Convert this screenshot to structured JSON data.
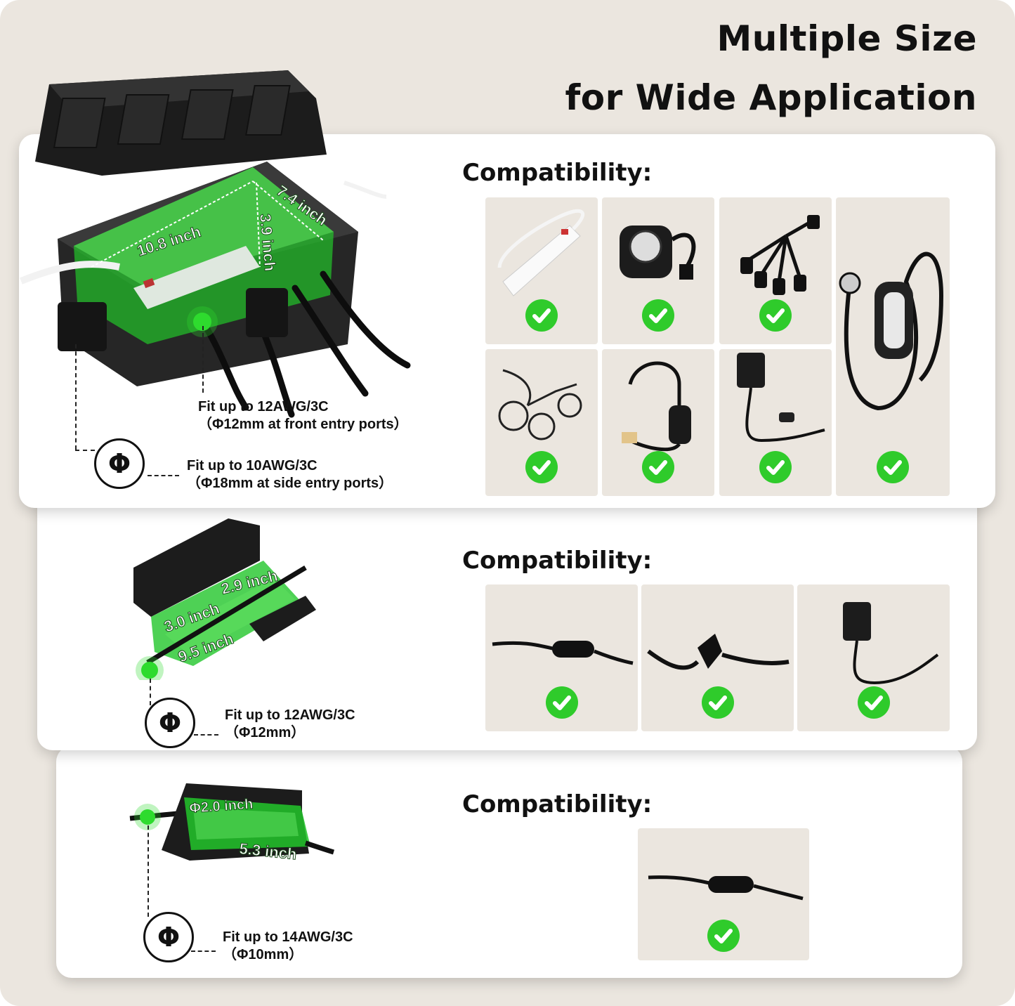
{
  "header": {
    "line1": "Multiple Size",
    "line2": "for Wide Application"
  },
  "colors": {
    "background": "#ebe6df",
    "card": "#ffffff",
    "check_green": "#2fcb2b",
    "glow_green": "#22c52a"
  },
  "large_box": {
    "dimensions": [
      "10.8 inch",
      "7.4 inch",
      "3.9 inch"
    ],
    "front_note": {
      "line1": "Fit up to 12AWG/3C",
      "line2": "（Φ12mm at front entry ports）"
    },
    "side_note": {
      "line1": "Fit up to 10AWG/3C",
      "line2": "（Φ18mm at side entry ports）"
    },
    "compat_label": "Compatibility:",
    "compatible_items": [
      "power-strip",
      "outdoor-timer",
      "outlet-splitter",
      "ev-charger",
      "extension-splitter-cord",
      "gfci-cord",
      "power-adapter"
    ]
  },
  "medium_box": {
    "dimensions": [
      "2.9 inch",
      "3.0 inch",
      "9.5 inch"
    ],
    "note": {
      "line1": "Fit up to 12AWG/3C",
      "line2": "（Φ12mm）"
    },
    "compat_label": "Compatibility:",
    "compatible_items": [
      "inline-plug-connection",
      "right-angle-plug-connection",
      "power-adapter"
    ]
  },
  "small_box": {
    "dimensions": [
      "Φ2.0 inch",
      "5.3 inch"
    ],
    "note": {
      "line1": "Fit up to 14AWG/3C",
      "line2": "（Φ10mm）"
    },
    "compat_label": "Compatibility:",
    "compatible_items": [
      "inline-plug-connection"
    ]
  },
  "symbols": {
    "diameter": "Φ"
  }
}
